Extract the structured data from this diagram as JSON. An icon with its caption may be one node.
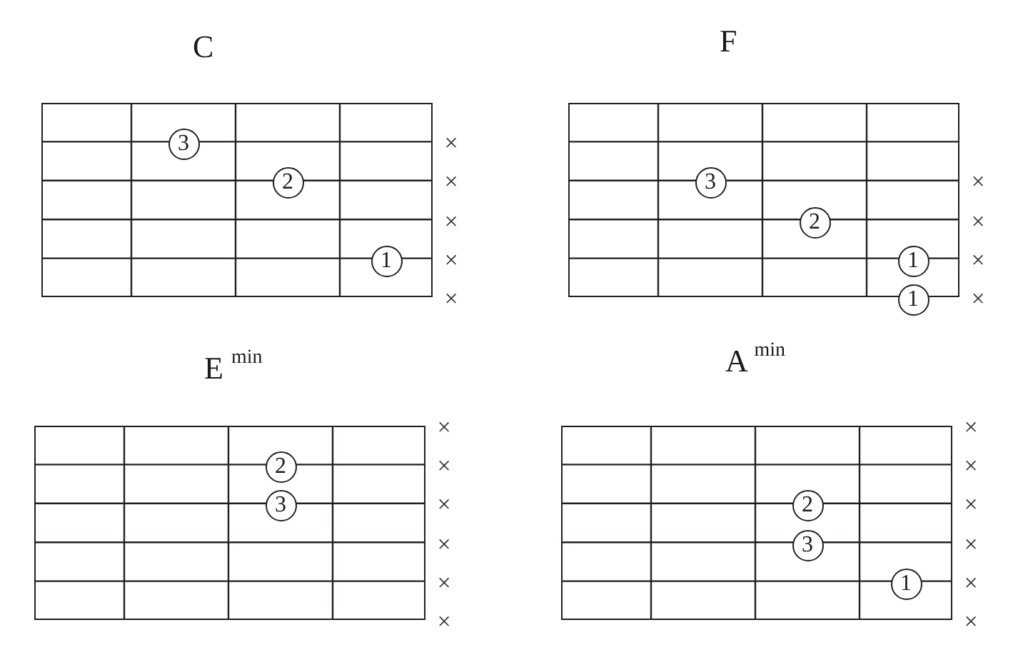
{
  "diagram": {
    "nodes": [
      {
        "text": [
          "C"
        ],
        "beside": [
          "×",
          "×",
          "×",
          "×",
          "×"
        ]
      },
      {
        "text": [
          "3"
        ],
        "in": 0
      },
      {
        "text": [
          "2"
        ],
        "in": 0
      },
      {
        "text": [
          "1"
        ],
        "in": 0
      },
      {
        "text": [
          "F"
        ],
        "beside": [
          "×",
          "×",
          "×",
          "×"
        ]
      },
      {
        "text": [
          "3"
        ],
        "in": 4
      },
      {
        "text": [
          "2"
        ],
        "in": 4
      },
      {
        "text": [
          "1"
        ],
        "in": 4
      },
      {
        "text": [
          "1"
        ]
      },
      {
        "text": [
          "E $^{min}$"
        ],
        "beside": [
          "×",
          "×",
          "×",
          "×",
          "×",
          "×"
        ]
      },
      {
        "text": [
          "2"
        ],
        "in": 9
      },
      {
        "text": [
          "3"
        ],
        "in": 9
      },
      {
        "text": [
          "A $^{min}$"
        ],
        "beside": [
          "×",
          "×",
          "×",
          "×",
          "×",
          "×"
        ]
      },
      {
        "text": [
          "2"
        ],
        "in": 12
      },
      {
        "text": [
          "3"
        ],
        "in": 12
      },
      {
        "text": [
          "1"
        ],
        "in": 12
      }
    ]
  }
}
